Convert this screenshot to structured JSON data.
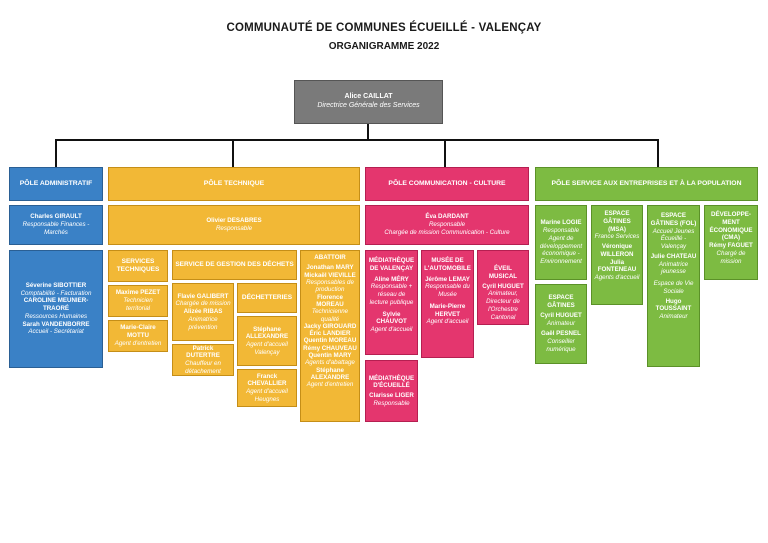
{
  "title": "COMMUNAUTÉ DE COMMUNES ÉCUEILLÉ - VALENÇAY",
  "subtitle": "ORGANIGRAMME 2022",
  "director": {
    "name": "Alice CAILLAT",
    "role": "Directrice Générale des Services"
  },
  "poles": {
    "admin": "PÔLE ADMINISTRATIF",
    "tech": "PÔLE TECHNIQUE",
    "comm": "PÔLE COMMUNICATION - CULTURE",
    "ent": "PÔLE SERVICE AUX ENTREPRISES ET À LA POPULATION"
  },
  "admin": {
    "resp_name": "Charles GIRAULT",
    "resp_role": "Responsable Finances - Marchés",
    "staff": [
      {
        "name": "Séverine SIBOTTIER",
        "role": "Comptabilité - Facturation"
      },
      {
        "name": "CAROLINE MEUNIER-TRAORÉ",
        "role": "Ressources Humaines"
      },
      {
        "name": "Sarah VANDENBORRE",
        "role": "Accueil - Secrétariat"
      }
    ]
  },
  "tech": {
    "resp_name": "Olivier DESABRES",
    "resp_role": "Responsable",
    "services_title": "SERVICES TECHNIQUES",
    "services": [
      {
        "name": "Maxime PEZET",
        "role": "Technicien territorial"
      },
      {
        "name": "Marie-Claire MOTTU",
        "role": "Agent d'entretien"
      }
    ],
    "dechets_title": "SERVICE DE GESTION DES DÉCHETS",
    "dechets": [
      {
        "name": "Flavie GALIBERT",
        "role": "Chargée de mission"
      },
      {
        "name": "Alizée RIBAS",
        "role": "Animatrice prévention"
      }
    ],
    "dechets2": {
      "name": "Patrick DUTERTRE",
      "role": "Chauffeur en détachement"
    },
    "decheteries_title": "DÉCHETTERIES",
    "decheteries": [
      {
        "name": "Stéphane ALLEXANDRE",
        "role": "Agent d'accueil Valençay"
      },
      {
        "name": "Franck CHEVALLIER",
        "role": "Agent d'accueil Heugnes"
      }
    ],
    "abattoir_title": "ABATTOIR",
    "abattoir": [
      {
        "name": "Jonathan MARY",
        "role": ""
      },
      {
        "name": "Mickaël VIEVILLE",
        "role": "Responsables de production"
      },
      {
        "name": "Florence MOREAU",
        "role": "Technicienne qualité"
      },
      {
        "name": "Jacky GIROUARD",
        "role": ""
      },
      {
        "name": "Éric LANDIER",
        "role": ""
      },
      {
        "name": "Quentin MOREAU",
        "role": ""
      },
      {
        "name": "Rémy CHAUVEAU",
        "role": ""
      },
      {
        "name": "Quentin MARY",
        "role": "Agents d'abattage"
      },
      {
        "name": "Stéphane ALEXANDRE",
        "role": "Agent d'entretien"
      }
    ]
  },
  "comm": {
    "resp_name": "Éva DARDANT",
    "resp_role": "Responsable",
    "resp_role2": "Chargée de mission Communication - Culture",
    "med_val_title": "MÉDIATHÈQUE DE VALENÇAY",
    "med_val": [
      {
        "name": "Aline MÉRY",
        "role": "Responsable + réseau de lecture publique"
      },
      {
        "name": "Sylvie CHAUVOT",
        "role": "Agent d'accueil"
      }
    ],
    "musee_title": "MUSÉE DE L'AUTOMOBILE",
    "musee": [
      {
        "name": "Jérôme LEMAY",
        "role": "Responsable du Musée"
      },
      {
        "name": "Marie-Pierre HERVET",
        "role": "Agent d'accueil"
      }
    ],
    "eveil_title": "ÉVEIL MUSICAL",
    "eveil": {
      "name": "Cyril HUGUET",
      "role": "Animateur, Directeur de l'Orchestre Cantonal"
    },
    "med_ecu_title": "MÉDIATHÈQUE D'ÉCUEILLÉ",
    "med_ecu": {
      "name": "Clarisse LIGER",
      "role": "Responsable"
    }
  },
  "ent": {
    "col1": {
      "name": "Marine LOGIE",
      "role": "Responsable Agent de développement économique - Environnement"
    },
    "col1b_title": "ESPACE GÂTINES",
    "col1b": [
      {
        "name": "Cyril HUGUET",
        "role": "Animateur"
      },
      {
        "name": "Gaël PESNEL",
        "role": "Conseiller numérique"
      }
    ],
    "col2_title": "ESPACE GÂTINES (MSA)",
    "col2_sub": "France Services",
    "col2": [
      {
        "name": "Véronique WILLERON",
        "role": ""
      },
      {
        "name": "Julia FONTENEAU",
        "role": "Agents d'accueil"
      }
    ],
    "col3_title": "ESPACE GÂTINES (FOL)",
    "col3_sub": "Accueil Jeunes Écueillé - Valençay",
    "col3": [
      {
        "name": "Julie CHATEAU",
        "role": "Animatrice jeunesse"
      }
    ],
    "col3_sub2": "Espace de Vie Sociale",
    "col3b": [
      {
        "name": "Hugo TOUSSAINT",
        "role": "Animateur"
      }
    ],
    "col4_title": "DÉVELOPPE-MENT ÉCONOMIQUE (CMA)",
    "col4": {
      "name": "Rémy FAGUET",
      "role": "Chargé de mission"
    }
  }
}
